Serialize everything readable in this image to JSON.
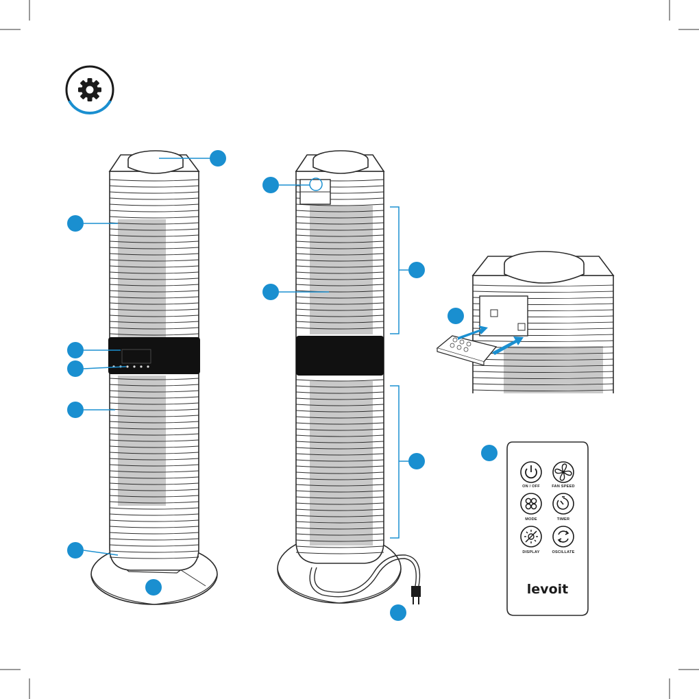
{
  "section_icon": "gear-icon",
  "colors": {
    "accent": "#1a8fd0",
    "line": "#2b2b2b",
    "grille": "#c8c8c8",
    "panel": "#111111"
  },
  "remote": {
    "buttons": [
      {
        "label": "ON / OFF",
        "icon": "power-icon"
      },
      {
        "label": "FAN SPEED",
        "icon": "fan-icon"
      },
      {
        "label": "MODE",
        "icon": "mode-icon"
      },
      {
        "label": "TIMER",
        "icon": "timer-icon"
      },
      {
        "label": "DISPLAY",
        "icon": "display-icon"
      },
      {
        "label": "OSCILLATE",
        "icon": "oscillate-icon"
      }
    ],
    "logo": "levoit"
  }
}
